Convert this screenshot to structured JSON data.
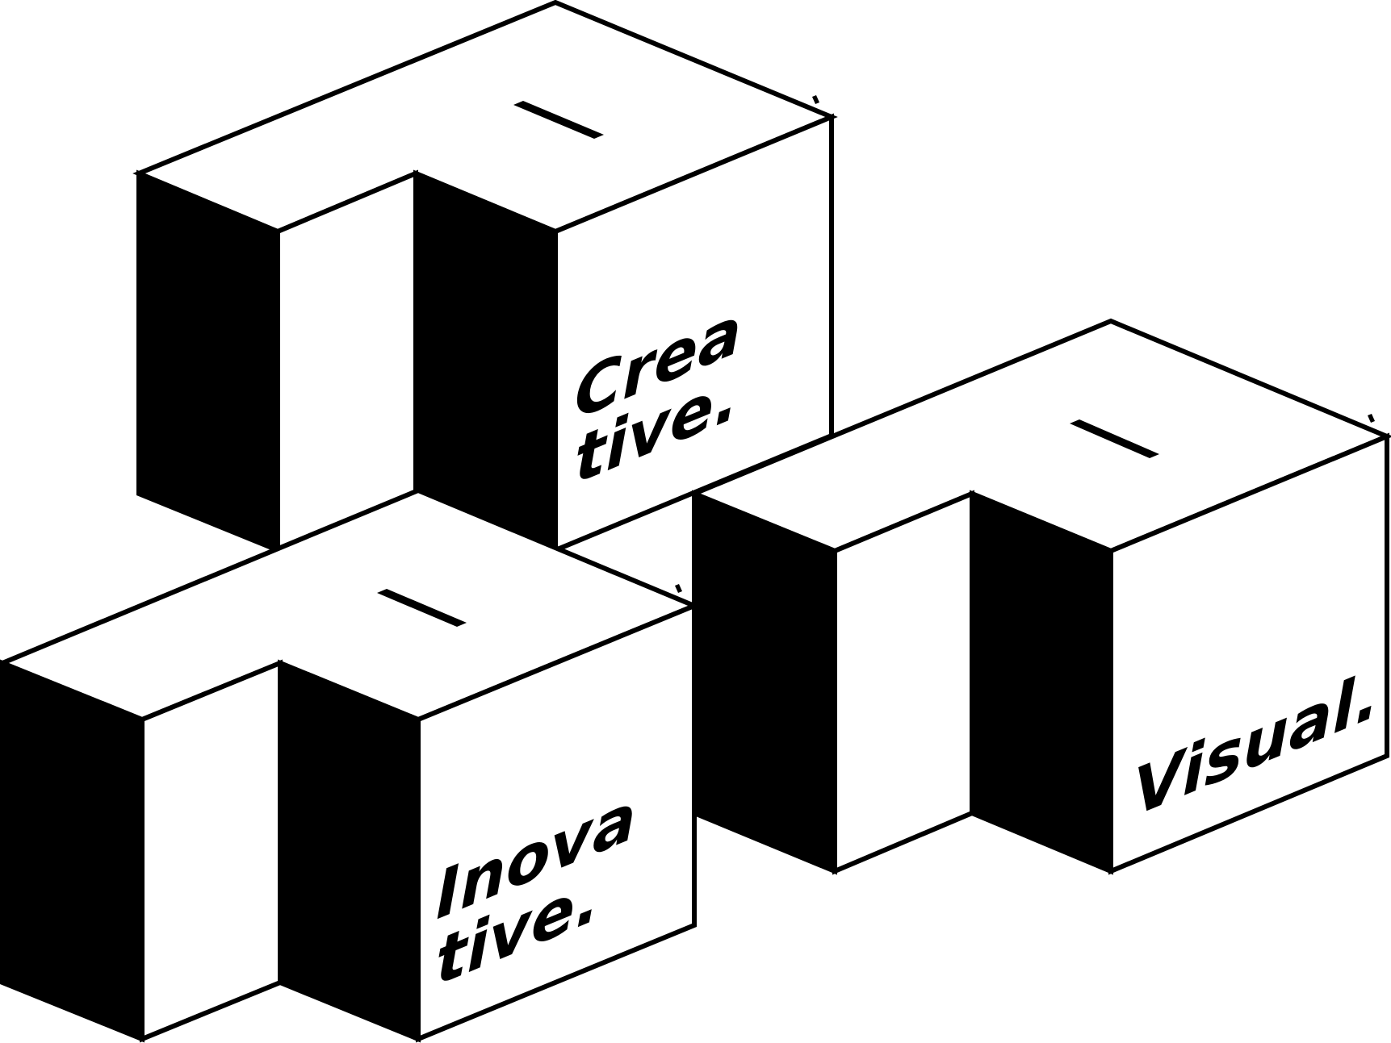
{
  "blocks": [
    {
      "name": "block-creative",
      "lines": [
        "Crea",
        "tive."
      ]
    },
    {
      "name": "block-inovative",
      "lines": [
        "Inova",
        "tive."
      ]
    },
    {
      "name": "block-visual",
      "lines": [
        "Visual."
      ]
    }
  ],
  "colors": {
    "ink": "#000000",
    "paper": "#ffffff"
  }
}
